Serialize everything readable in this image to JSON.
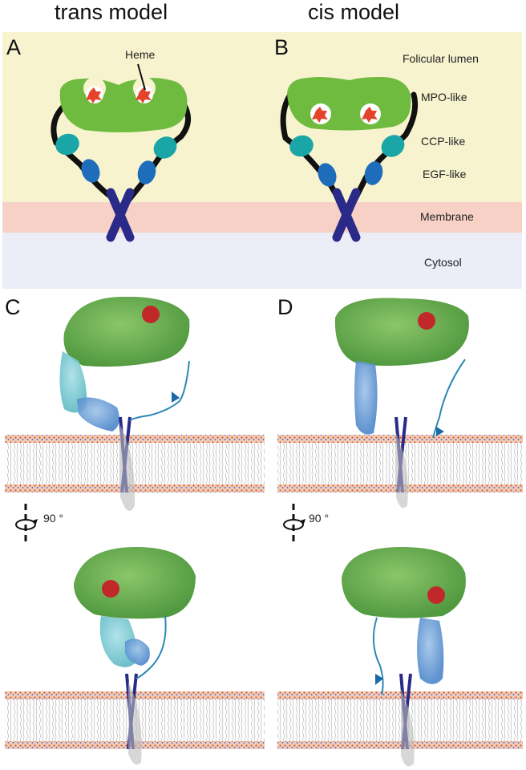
{
  "titles": {
    "trans": "trans model",
    "cis": "cis model"
  },
  "panels": {
    "a": "A",
    "b": "B",
    "c": "C",
    "d": "D"
  },
  "heme_label": "Heme",
  "regions": {
    "lumen": "Folicular lumen",
    "mpo": "MPO-like",
    "ccp": "CCP-like",
    "egf": "EGF-like",
    "membrane": "Membrane",
    "cytosol": "Cytosol"
  },
  "rotation_label": "90 °",
  "colors": {
    "lumen_bg": "#f8f3cf",
    "membrane_bg": "#f7d1c6",
    "cytosol_bg": "#ecedf7",
    "mpo_green": "#6fbb40",
    "ccp_teal": "#1aa6a6",
    "egf_blue": "#1e6dbb",
    "tm_navy": "#2a2a88",
    "heme_red": "#e4442a",
    "linker": "#111111"
  }
}
